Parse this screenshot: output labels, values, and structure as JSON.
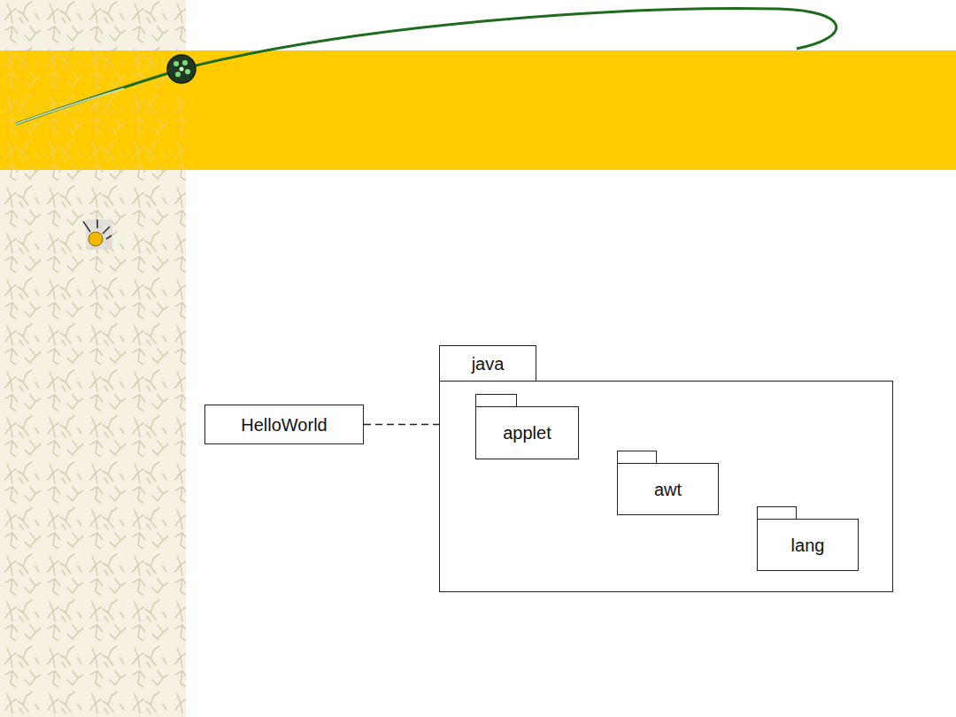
{
  "diagram": {
    "nodes": [
      {
        "text": [
          "HelloWorld"
        ]
      },
      {
        "text": [
          "java"
        ]
      },
      {
        "text": [
          "applet"
        ],
        "in": 1
      },
      {
        "text": [
          "awt"
        ],
        "in": 1
      },
      {
        "text": [
          "lang"
        ],
        "in": 1
      }
    ],
    "edges": [
      {
        "from": 0,
        "to": 2,
        "arrow": "to"
      },
      {
        "from": 2,
        "to": 3,
        "arrow": "to"
      },
      {
        "from": 3,
        "to": 4,
        "arrow": "to"
      }
    ]
  }
}
